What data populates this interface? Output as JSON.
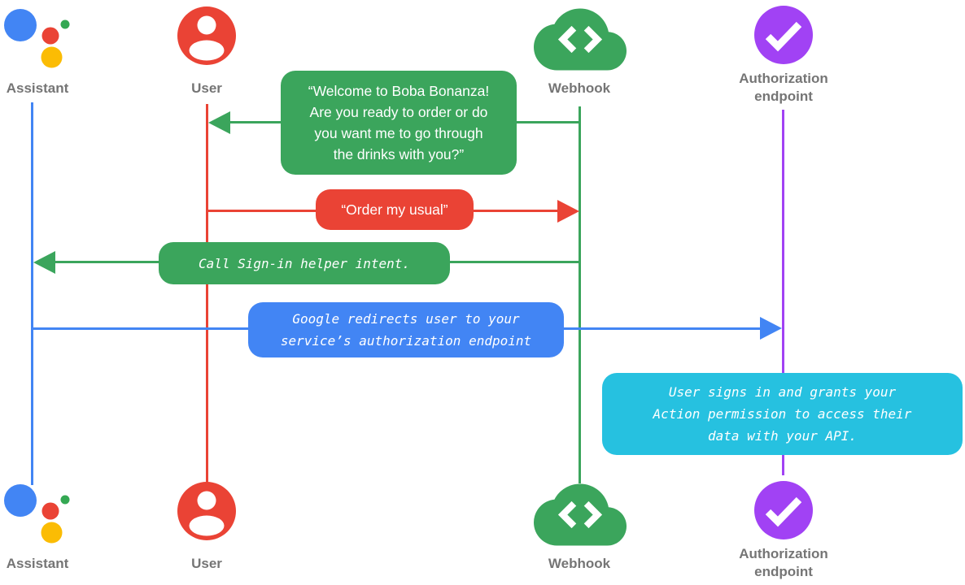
{
  "diagram": {
    "type": "sequence-diagram",
    "colors": {
      "assistant_blue": "#4285F4",
      "user_red": "#EA4335",
      "webhook_green": "#3BA55C",
      "auth_purple": "#A142F4",
      "note_cyan": "#26C1E0",
      "logo_yellow": "#FBBC04",
      "logo_green_dot": "#34A853",
      "label_gray": "#757575",
      "bubble_text": "#FFFFFF"
    },
    "actors": [
      {
        "id": "assistant",
        "label": "Assistant"
      },
      {
        "id": "user",
        "label": "User"
      },
      {
        "id": "webhook",
        "label": "Webhook"
      },
      {
        "id": "auth",
        "label": "Authorization\nendpoint"
      }
    ],
    "messages": [
      {
        "from": "webhook",
        "to": "user",
        "kind": "speech-bubble-arrow",
        "text": "“Welcome to Boba Bonanza!\nAre you ready to order or do\nyou want me to go through\nthe drinks with you?”"
      },
      {
        "from": "user",
        "to": "webhook",
        "kind": "speech-bubble-arrow",
        "text": "“Order my usual”"
      },
      {
        "from": "webhook",
        "to": "assistant",
        "kind": "code-bubble-arrow",
        "text": "Call Sign-in helper intent."
      },
      {
        "from": "assistant",
        "to": "auth",
        "kind": "code-bubble-arrow",
        "text": "Google redirects user to your\nservice’s authorization endpoint"
      },
      {
        "from": "auth",
        "to": "auth",
        "kind": "note",
        "text": "User signs in and grants your\nAction permission to access their\ndata with your API."
      }
    ]
  }
}
